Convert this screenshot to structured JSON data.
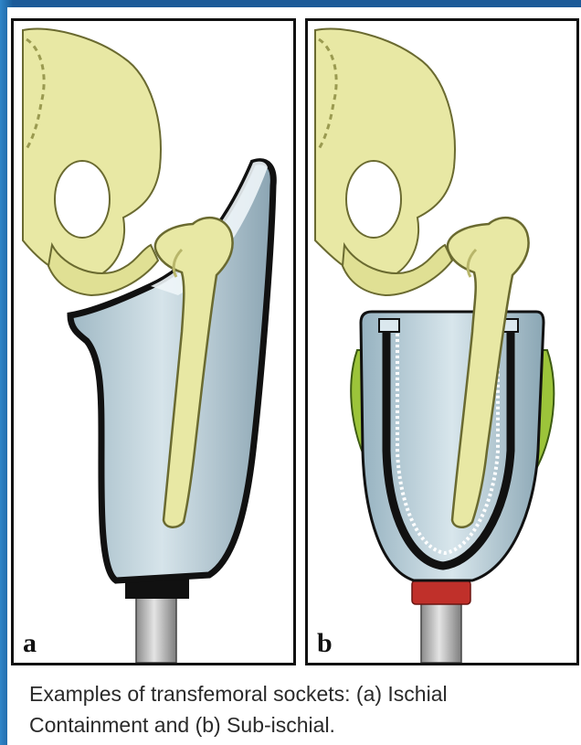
{
  "panels": [
    {
      "label": "a",
      "socket_type": "Ischial Containment"
    },
    {
      "label": "b",
      "socket_type": "Sub-ischial"
    }
  ],
  "caption": "Examples of transfemoral sockets: (a) Ischial\nContainment and (b) Sub-ischial.",
  "colors": {
    "bone": "#eaeaa2",
    "bone_shadow": "#c9c772",
    "socket": "#bcd1da",
    "socket_edge": "#111111",
    "pylon": "#c8c8c8",
    "ring_a": "#111111",
    "ring_b": "#c0302a",
    "sub_ischial_pad": "#9cc43a",
    "background": "#1c5a98"
  }
}
